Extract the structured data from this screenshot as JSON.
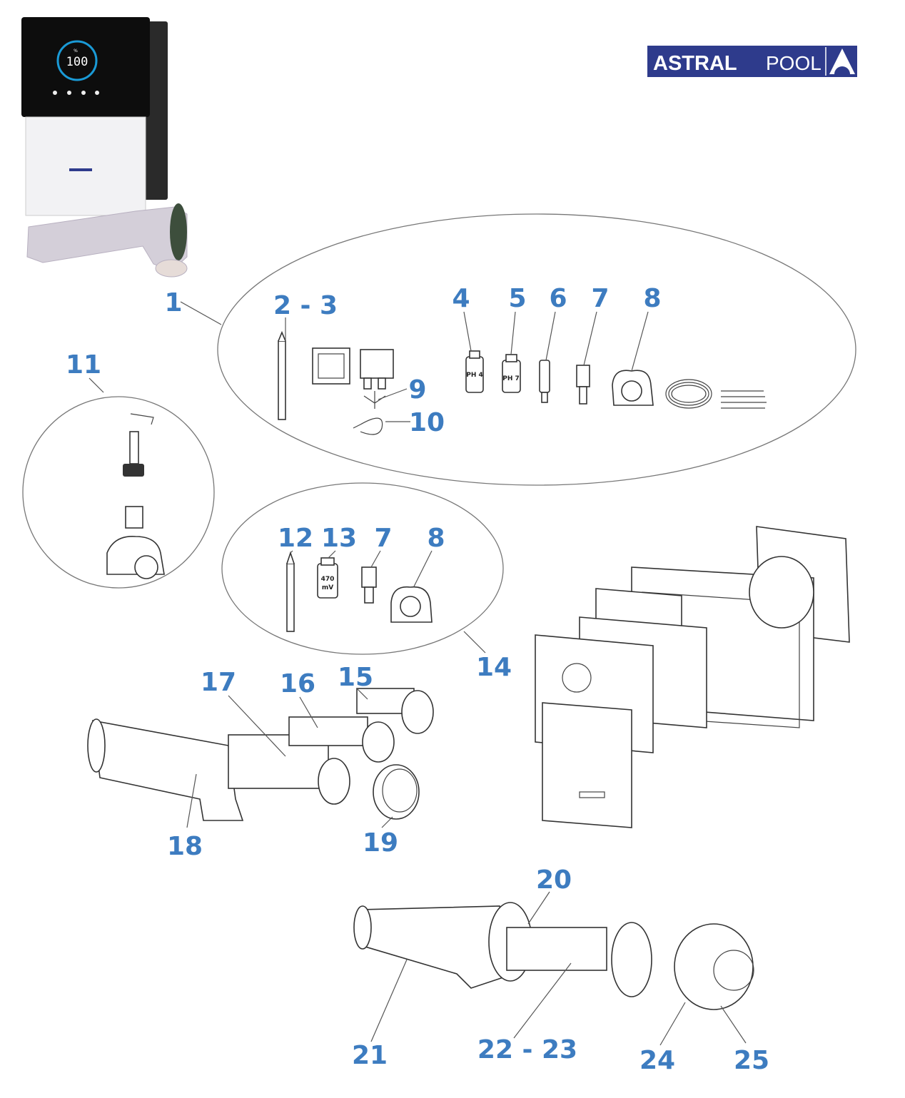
{
  "logo": {
    "text_bold": "ASTRAL",
    "text_light": "POOL",
    "brand_color": "#2e3b8c"
  },
  "device": {
    "display_value": "100",
    "display_unit": "%",
    "ring_color": "#1a9ad6"
  },
  "labels": {
    "l1": "1",
    "l2_3": "2 - 3",
    "l4": "4",
    "l5": "5",
    "l6": "6",
    "l7a": "7",
    "l8a": "8",
    "l9": "9",
    "l10": "10",
    "l11": "11",
    "l12": "12",
    "l13": "13",
    "l7b": "7",
    "l8b": "8",
    "l14": "14",
    "l15": "15",
    "l16": "16",
    "l17": "17",
    "l18": "18",
    "l19": "19",
    "l20": "20",
    "l21": "21",
    "l22_23": "22 - 23",
    "l24": "24",
    "l25": "25"
  },
  "part_text": {
    "ph4": "PH 4",
    "ph7": "PH 7",
    "orp_value": "470",
    "orp_unit": "mV"
  },
  "label_color": "#3d7cc0"
}
